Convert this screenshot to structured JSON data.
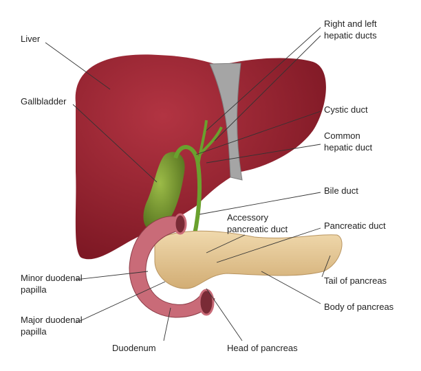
{
  "title": "Liver, gallbladder, duodenum and pancreas anatomy",
  "colors": {
    "liver": "#8e1f2b",
    "gallbladder": "#6a9a2a",
    "pancreas": "#e6c996",
    "duodenum": "#c96b78",
    "ligament": "#9a9a9a",
    "line": "#333333"
  },
  "labels": {
    "liver": "Liver",
    "gallbladder": "Gallbladder",
    "minor_papilla_1": "Minor duodenal",
    "minor_papilla_2": "papilla",
    "major_papilla_1": "Major duodenal",
    "major_papilla_2": "papilla",
    "duodenum": "Duodenum",
    "head_pancreas": "Head of pancreas",
    "hepatic_ducts_1": "Right and left",
    "hepatic_ducts_2": "hepatic ducts",
    "cystic_duct": "Cystic duct",
    "common_hepatic_1": "Common",
    "common_hepatic_2": "hepatic duct",
    "bile_duct": "Bile duct",
    "accessory_1": "Accessory",
    "accessory_2": "pancreatic duct",
    "pancreatic_duct": "Pancreatic duct",
    "tail_pancreas": "Tail of pancreas",
    "body_pancreas": "Body of pancreas"
  }
}
